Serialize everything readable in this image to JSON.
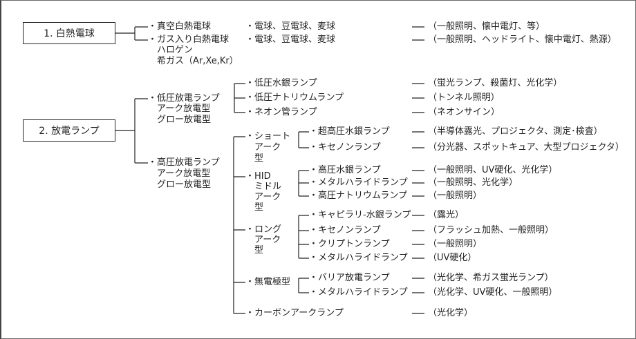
{
  "incandescent": {
    "label": "1. 白熱電球",
    "items": [
      {
        "name": "真空白熱電球",
        "examples": "電球、豆電球、麦球",
        "uses": "（一般照明、懐中電灯、等）"
      },
      {
        "name": "ガス入り白熱電球",
        "sub": [
          "ハロゲン",
          "希ガス（Ar,Xe,Kr）"
        ],
        "examples": "電球、豆電球、麦球",
        "uses": "（一般照明、ヘッドライト、懐中電灯、熱源）"
      }
    ]
  },
  "discharge": {
    "label": "2. 放電ランプ",
    "low": {
      "lines": [
        "低圧放電ランプ",
        "アーク放電型",
        "グロー放電型"
      ],
      "lamps": [
        {
          "name": "低圧水銀ランプ",
          "uses": "（蛍光ランプ、殺菌灯、光化学）"
        },
        {
          "name": "低圧ナトリウムランプ",
          "uses": "（トンネル照明）"
        },
        {
          "name": "ネオン管ランプ",
          "uses": "（ネオンサイン）"
        }
      ]
    },
    "high": {
      "lines": [
        "高圧放電ランプ",
        "アーク放電型",
        "グロー放電型"
      ],
      "groups": [
        {
          "lines": [
            "ショート",
            "アーク",
            "型"
          ],
          "lamps": [
            {
              "name": "超高圧水銀ランプ",
              "uses": "（半導体露光、プロジェクタ、測定･検査）"
            },
            {
              "name": "キセノンランプ",
              "uses": "（分光器、スポットキュア、大型プロジェクタ）"
            }
          ]
        },
        {
          "lines": [
            "HID",
            "ミドル",
            "アーク",
            "型"
          ],
          "lamps": [
            {
              "name": "高圧水銀ランプ",
              "uses": "（一般照明、UV硬化、光化学）"
            },
            {
              "name": "メタルハライドランプ",
              "uses": "（一般照明、光化学）"
            },
            {
              "name": "高圧ナトリウムランプ",
              "uses": "（一般照明）"
            }
          ]
        },
        {
          "lines": [
            "ロング",
            "アーク",
            "型"
          ],
          "lamps": [
            {
              "name": "キャピラリ-水銀ランプ",
              "uses": "（露光）"
            },
            {
              "name": "キセノンランプ",
              "uses": "（フラッシュ加熱、一般照明）"
            },
            {
              "name": "クリプトンランプ",
              "uses": "（一般照明）"
            },
            {
              "name": "メタルハライドランプ",
              "uses": "（UV硬化）"
            }
          ]
        },
        {
          "lines": [
            "無電極型"
          ],
          "lamps": [
            {
              "name": "バリア放電ランプ",
              "uses": "（光化学、希ガス蛍光ランプ）"
            },
            {
              "name": "メタルハライドランプ",
              "uses": "（光化学、UV硬化、一般照明）"
            }
          ]
        }
      ],
      "carbon": {
        "name": "カーボンアークランプ",
        "uses": "（光化学）"
      }
    }
  }
}
